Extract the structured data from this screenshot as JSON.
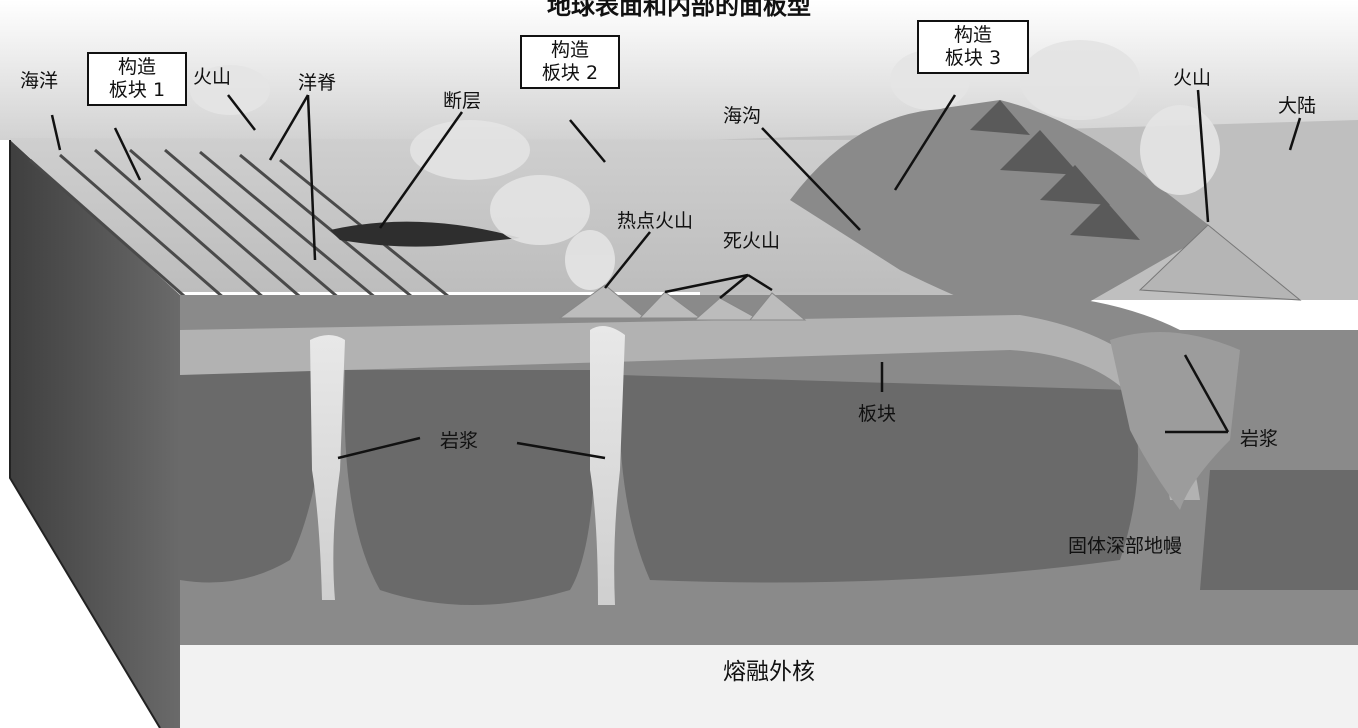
{
  "title": "地球表面和内部的面板型",
  "labels": {
    "ocean": "海洋",
    "plate1": [
      "构造",
      "板块 1"
    ],
    "volcano_left": "火山",
    "ridge": "洋脊",
    "fault": "断层",
    "plate2": [
      "构造",
      "板块 2"
    ],
    "trench": "海沟",
    "plate3": [
      "构造",
      "板块 3"
    ],
    "volcano_right": "火山",
    "continent": "大陆",
    "hotspot_volcano": "热点火山",
    "extinct_volcano": "死火山",
    "plate": "板块",
    "magma_left": "岩浆",
    "magma_right": "岩浆",
    "deep_mantle": "固体深部地幔",
    "outer_core": "熔融外核"
  },
  "colors": {
    "sky": "#dcdcdc",
    "ocean_surface": "#c9c9c9",
    "mantle": "#6f6f6f",
    "plate_layer": "#a9a9a9",
    "magma": "#e6e6e6",
    "core": "#f2f2f2",
    "block_side": "#5a5a5a"
  }
}
